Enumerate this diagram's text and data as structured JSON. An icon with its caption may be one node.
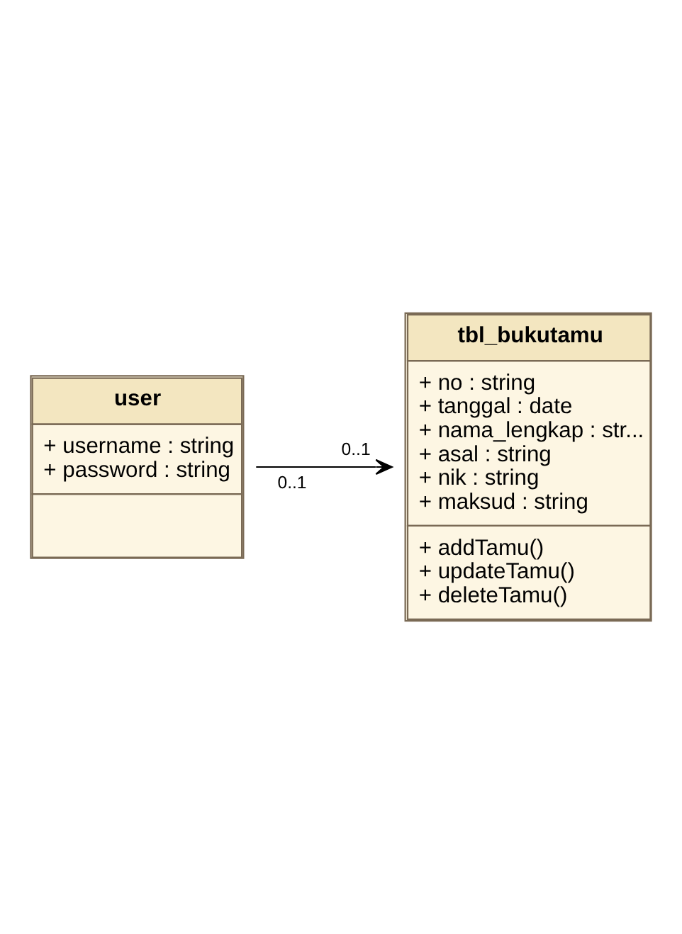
{
  "diagram": {
    "nodes": [
      {
        "text": [
          "user",
          "+ username : string",
          "+ password : string"
        ]
      },
      {
        "text": [
          "tbl_bukutamu",
          "+ no : string",
          "+ tanggal : date",
          "+ nama_lengkap : str...",
          "+ asal : string",
          "+ nik : string",
          "+ maksud : string",
          "+ addTamu()",
          "+ updateTamu()",
          "+ deleteTamu()"
        ]
      }
    ],
    "edges": [
      {
        "from": 0,
        "to": 1,
        "arrow": "to"
      }
    ],
    "labels": [
      "0..1",
      "0..1"
    ]
  }
}
